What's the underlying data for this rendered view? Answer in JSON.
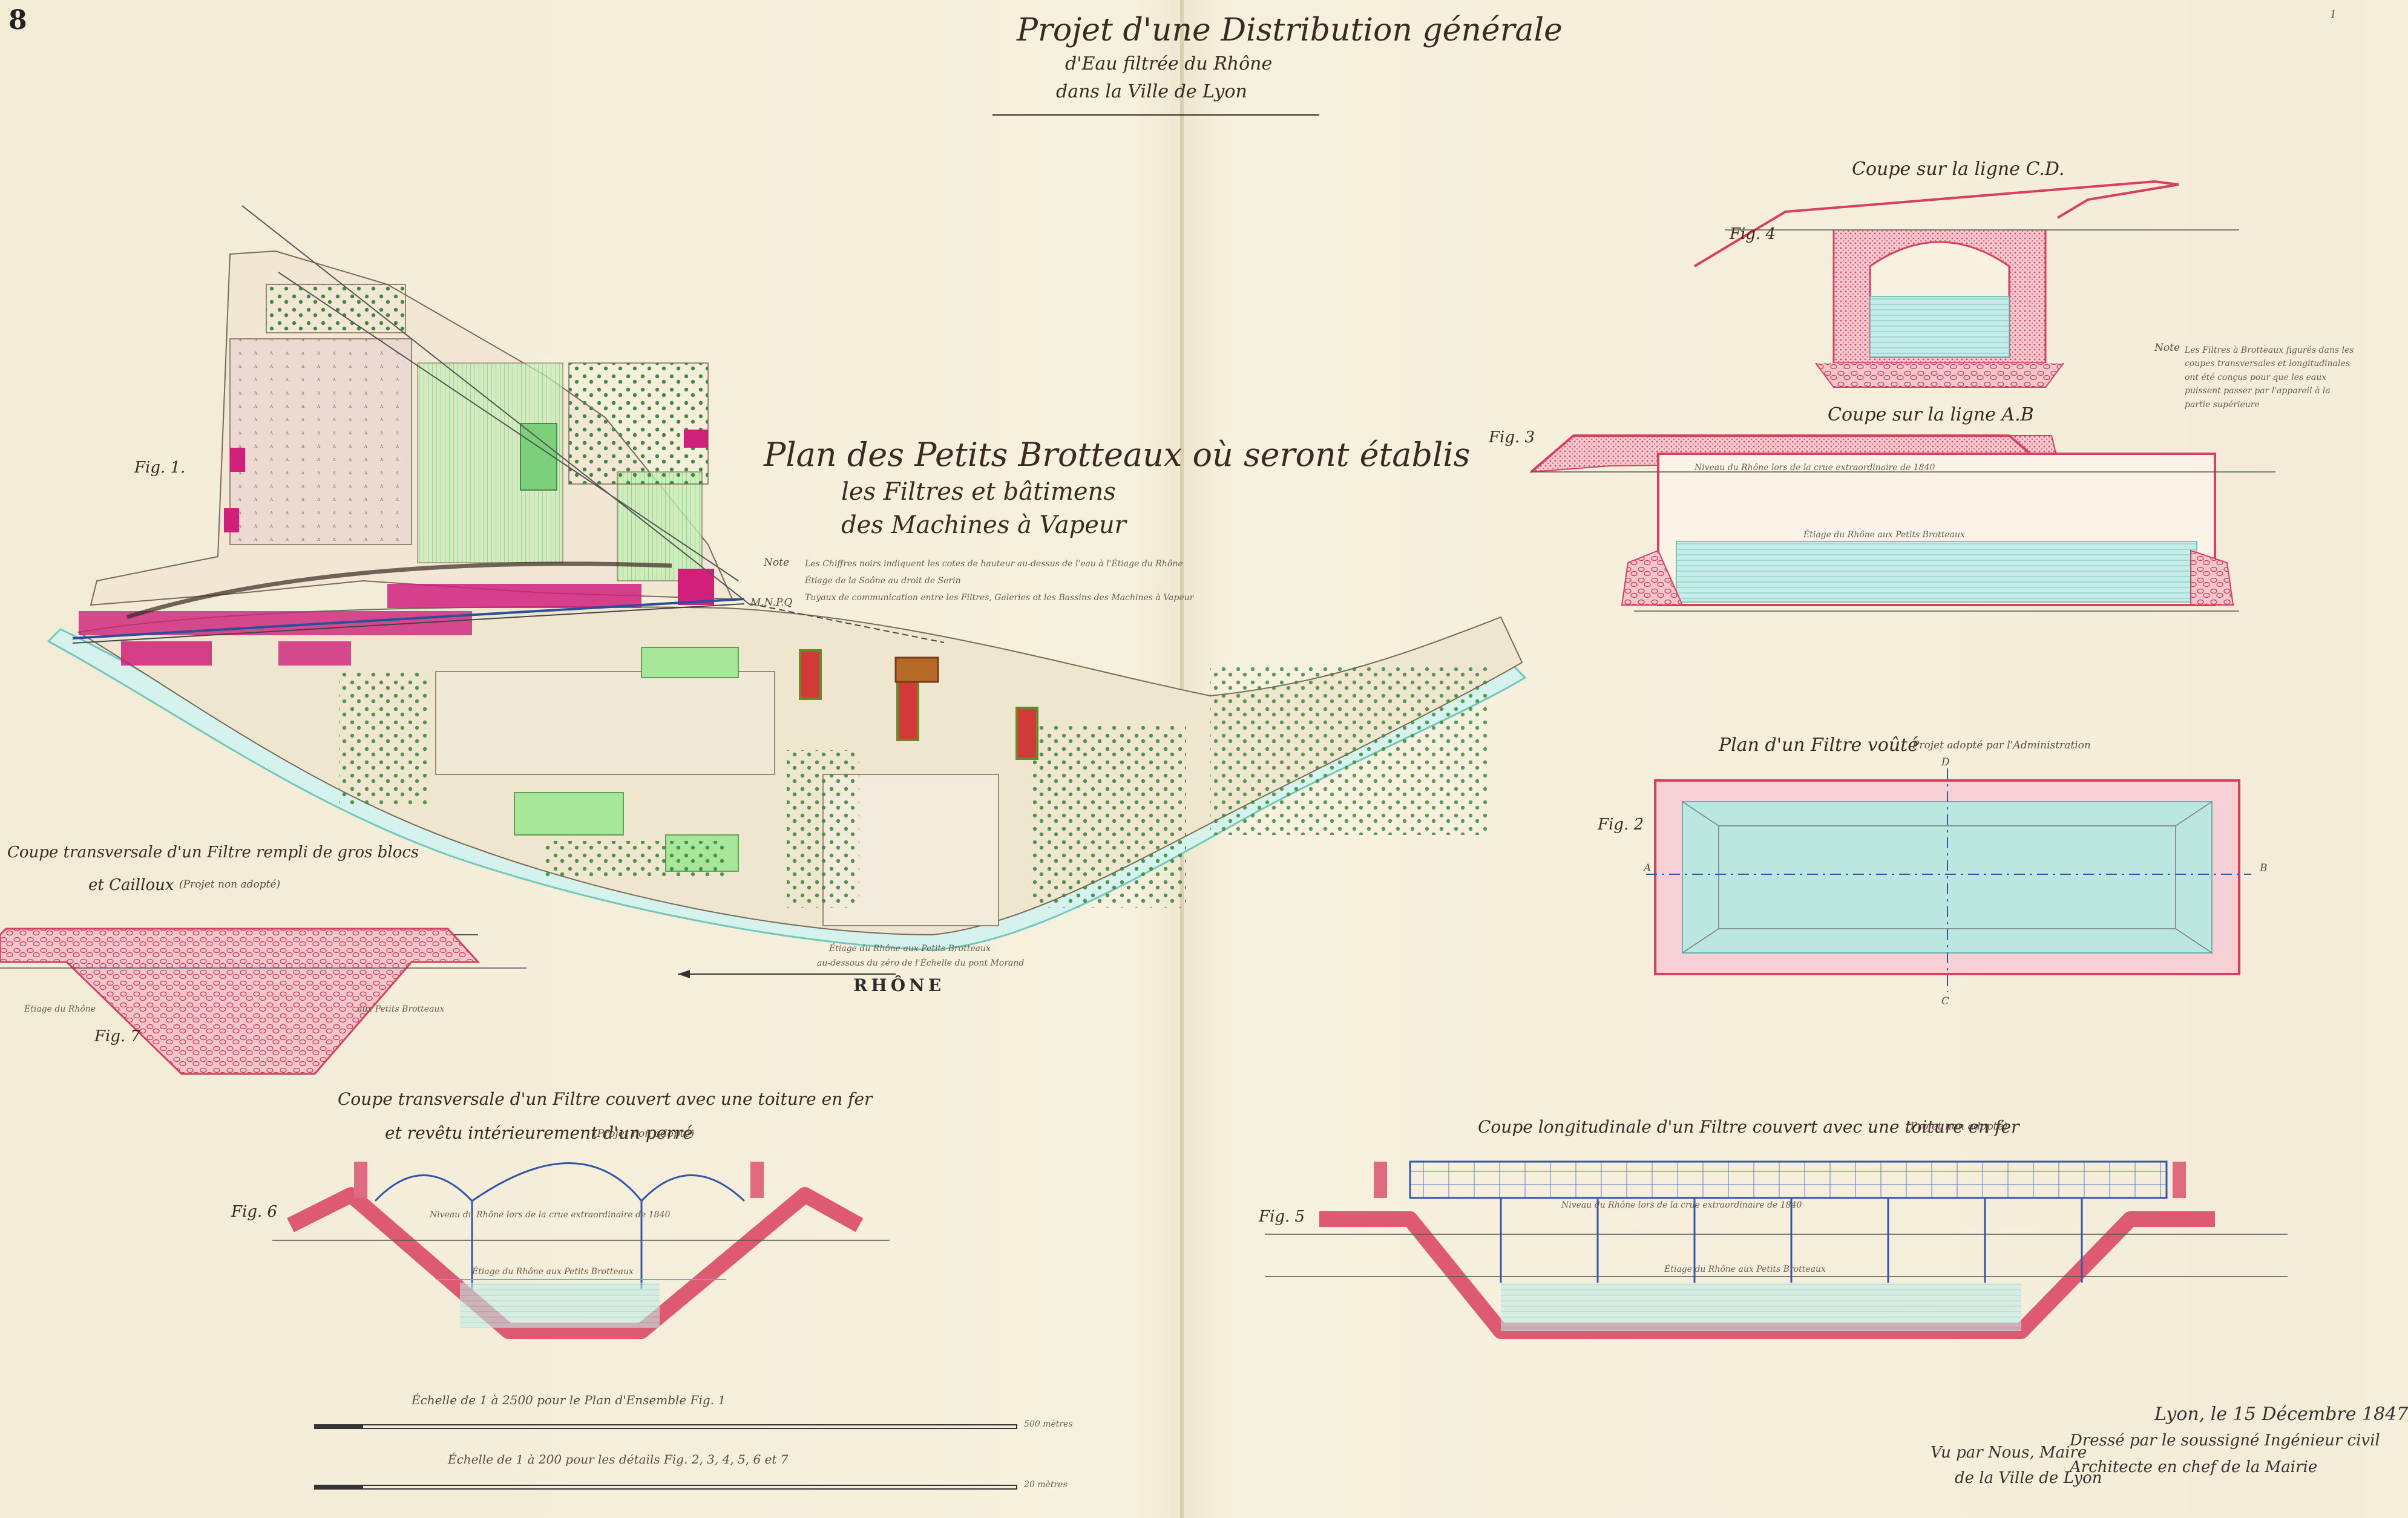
{
  "sheet_number": "8",
  "corner_mark": "1",
  "title": {
    "line1": "Projet d'une Distribution générale",
    "line2": "d'Eau filtrée du Rhône",
    "line3": "dans la Ville de Lyon"
  },
  "plan_title": {
    "line1": "Plan des Petits Brotteaux où seront établis",
    "line2": "les Filtres et bâtimens",
    "line3": "des Machines à Vapeur"
  },
  "plan_note": {
    "label": "Note",
    "line1": "Les Chiffres noirs indiquent les cotes de hauteur au-dessus de l'eau à l'Étiage du Rhône",
    "line2": "Étiage de la Saône au droit de Serin",
    "line3": "Tuyaux de communication entre les Filtres, Galeries et les Bassins des Machines à Vapeur"
  },
  "plan_labels": {
    "fig": "Fig. 1.",
    "mnpq": "M.N.P.Q",
    "river": "RHÔNE",
    "etiage1": "Étiage du Rhône aux Petits Brotteaux",
    "etiage2": "au-dessous du zéro de l'Échelle du pont Morand"
  },
  "sections": {
    "fig4": {
      "fig": "Fig. 4",
      "title": "Coupe sur la ligne C.D.",
      "note_label": "Note",
      "note": "Les Filtres à Brotteaux figurés dans les coupes transversales et longitudinales ont été conçus pour que les eaux puissent passer par l'appareil à la partie supérieure"
    },
    "fig3": {
      "fig": "Fig. 3",
      "title": "Coupe sur la ligne A.B",
      "crue": "Niveau du Rhône lors de la crue extraordinaire de 1840",
      "etiage": "Étiage du Rhône aux Petits Brotteaux"
    },
    "fig2": {
      "fig": "Fig. 2",
      "title": "Plan d'un Filtre voûté",
      "adopted": "Projet adopté par l'Administration",
      "a": "A",
      "b": "B",
      "c": "C",
      "d": "D"
    },
    "fig7": {
      "fig": "Fig. 7",
      "title1": "Coupe transversale d'un Filtre rempli de gros blocs",
      "title2": "et Cailloux",
      "adopted": "(Projet non adopté)",
      "lbl1": "Étiage du Rhône",
      "lbl2": "aux Petits Brotteaux"
    },
    "fig6": {
      "fig": "Fig. 6",
      "title1": "Coupe transversale d'un Filtre couvert avec une toiture en fer",
      "title2": "et revêtu intérieurement d'un perré",
      "adopted": "(Projet non adopté)",
      "crue": "Niveau du Rhône lors de la crue extraordinaire de 1840",
      "etiage": "Étiage du Rhône aux Petits Brotteaux"
    },
    "fig5": {
      "fig": "Fig. 5",
      "title": "Coupe longitudinale d'un Filtre couvert avec une toiture en fer",
      "adopted": "(Projet non adopté)",
      "crue": "Niveau du Rhône lors de la crue extraordinaire de 1840",
      "etiage": "Étiage du Rhône aux Petits Brotteaux"
    }
  },
  "scales": {
    "scale1": "Échelle de 1 à 2500 pour le Plan d'Ensemble Fig. 1",
    "scale2": "Échelle de 1 à 200 pour les détails Fig. 2, 3, 4, 5, 6 et 7",
    "end1": "500 mètres",
    "end2": "20 mètres"
  },
  "signature": {
    "date": "Lyon, le 15 Décembre 1847",
    "line1": "Dressé par le soussigné Ingénieur civil",
    "line2": "Architecte en chef de la Mairie",
    "vu1": "Vu par Nous, Maire",
    "vu2": "de la Ville de Lyon"
  },
  "colors": {
    "paper": "#f4eedb",
    "ink": "#3a2a22",
    "masonry_red": "#e0506e",
    "water_cyan": "#7fd0c8",
    "vegetation_green": "#5fc060",
    "building_pink": "#d0207a"
  }
}
